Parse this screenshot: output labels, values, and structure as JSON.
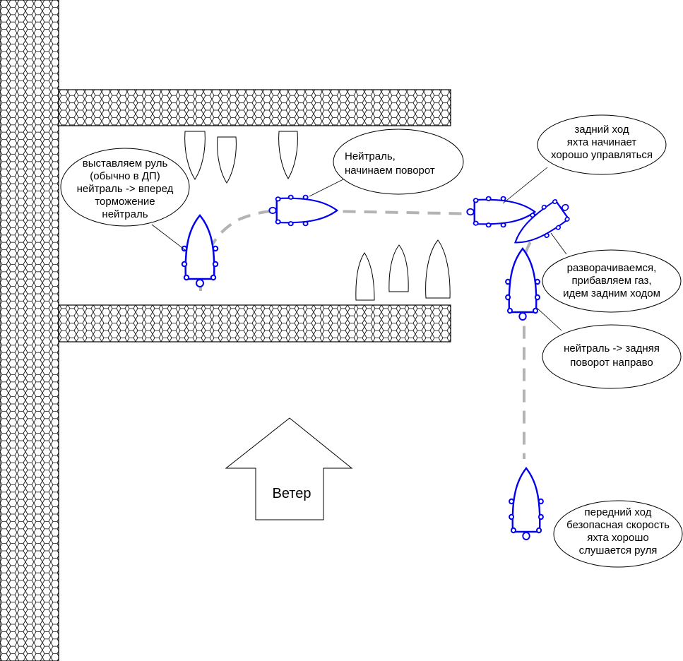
{
  "wind": {
    "label": "Ветер"
  },
  "callouts": [
    {
      "id": "rudder-set",
      "lines": [
        "выставляем руль",
        "(обычно в ДП)",
        "нейтраль -> вперед",
        "торможение",
        "нейтраль"
      ]
    },
    {
      "id": "neutral-turn",
      "lines": [
        "Нейтраль,",
        "начинаем поворот"
      ]
    },
    {
      "id": "reverse-control",
      "lines": [
        "задний ход",
        "яхта начинает",
        "хорошо управляться"
      ]
    },
    {
      "id": "turn-around",
      "lines": [
        "разворачиваемся,",
        "прибавляем газ,",
        "идем задним ходом"
      ]
    },
    {
      "id": "neutral-reverse",
      "lines": [
        "нейтраль -> задняя",
        "поворот направо"
      ]
    },
    {
      "id": "forward-safe",
      "lines": [
        "передний ход",
        "безопасная скорость",
        "яхта хорошо",
        "слушается руля"
      ]
    }
  ],
  "colors": {
    "boat": "#0000ee",
    "path": "#b3b3b3",
    "outline": "#000000",
    "hatch": "#000000"
  }
}
